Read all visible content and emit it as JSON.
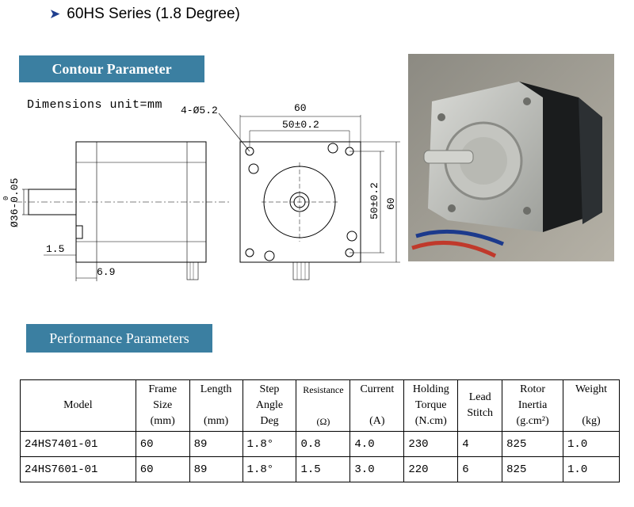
{
  "series_title": "60HS Series (1.8 Degree)",
  "contour_banner": "Contour Parameter",
  "dimensions_label": "Dimensions  unit=mm",
  "drawing": {
    "shaft_dim": "Ø36-0.05",
    "shaft_tol": "0",
    "dim_1_5": "1.5",
    "dim_6_9": "6.9",
    "holes": "4-Ø5.2",
    "width_60": "60",
    "pitch_50": "50±0.2",
    "pitch_50_v": "50±0.2",
    "height_60": "60"
  },
  "performance_banner": "Performance Parameters",
  "table": {
    "headers": [
      [
        "Model"
      ],
      [
        "Frame",
        "Size",
        "(mm)"
      ],
      [
        "Length",
        "",
        "(mm)"
      ],
      [
        "Step",
        "Angle",
        "Deg"
      ],
      [
        "Resistance",
        "",
        "(Ω)"
      ],
      [
        "Current",
        "",
        "(A)"
      ],
      [
        "Holding",
        "Torque",
        "(N.cm)"
      ],
      [
        "Lead",
        "Stitch"
      ],
      [
        "Rotor",
        "Inertia",
        "(g.cm²)"
      ],
      [
        "Weight",
        "",
        "(kg)"
      ]
    ],
    "rows": [
      [
        "24HS7401-01",
        "60",
        "89",
        "1.8°",
        "0.8",
        "4.0",
        "230",
        "4",
        "825",
        "1.0"
      ],
      [
        "24HS7601-01",
        "60",
        "89",
        "1.8°",
        "1.5",
        "3.0",
        "220",
        "6",
        "825",
        "1.0"
      ]
    ]
  },
  "colors": {
    "banner": "#3b7fa1",
    "arrow": "#1f3f8f"
  },
  "icons": {
    "bullet": "arrow-bullet-icon"
  }
}
